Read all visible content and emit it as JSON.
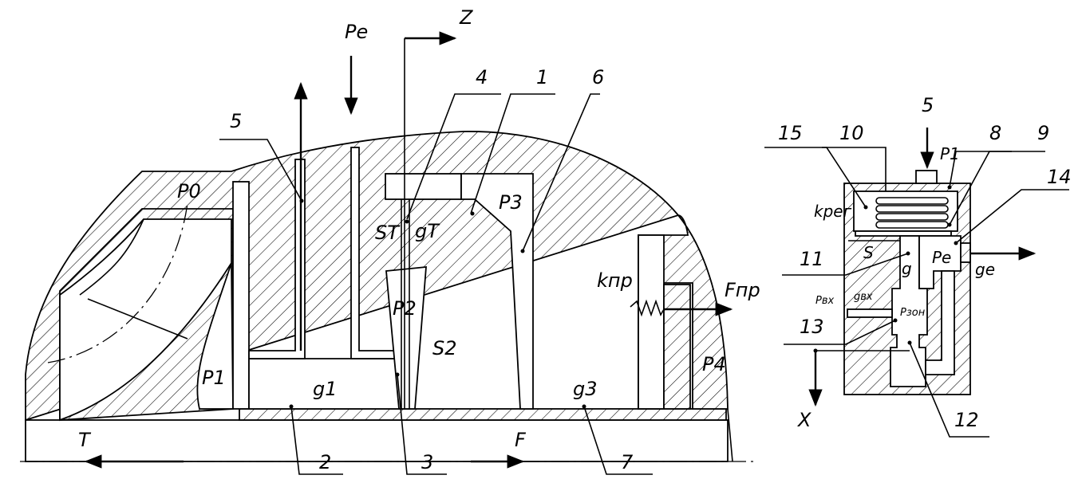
{
  "main_assembly": {
    "labels": {
      "pe": "Pe",
      "z_axis": "Z",
      "p0": "P0",
      "p1": "P1",
      "p2": "P2",
      "p3": "P3",
      "p4": "P4",
      "st": "ST",
      "gt": "gT",
      "s2": "S2",
      "g1": "g1",
      "g3": "g3",
      "kpr": "kпр",
      "fpr": "Fпр",
      "t_arrow": "T",
      "f_arrow": "F"
    },
    "callouts": [
      "5",
      "4",
      "1",
      "6",
      "2",
      "3",
      "7"
    ]
  },
  "regulator": {
    "labels": {
      "p1": "P1",
      "kreg": "kрег",
      "s": "S",
      "g": "g",
      "pe": "Pe",
      "ge": "ge",
      "pvx": "Pвх",
      "gvx": "gвх",
      "pzon": "Pзон",
      "x_axis": "X"
    },
    "callouts": [
      "5",
      "15",
      "10",
      "8",
      "9",
      "14",
      "11",
      "13",
      "12"
    ]
  }
}
